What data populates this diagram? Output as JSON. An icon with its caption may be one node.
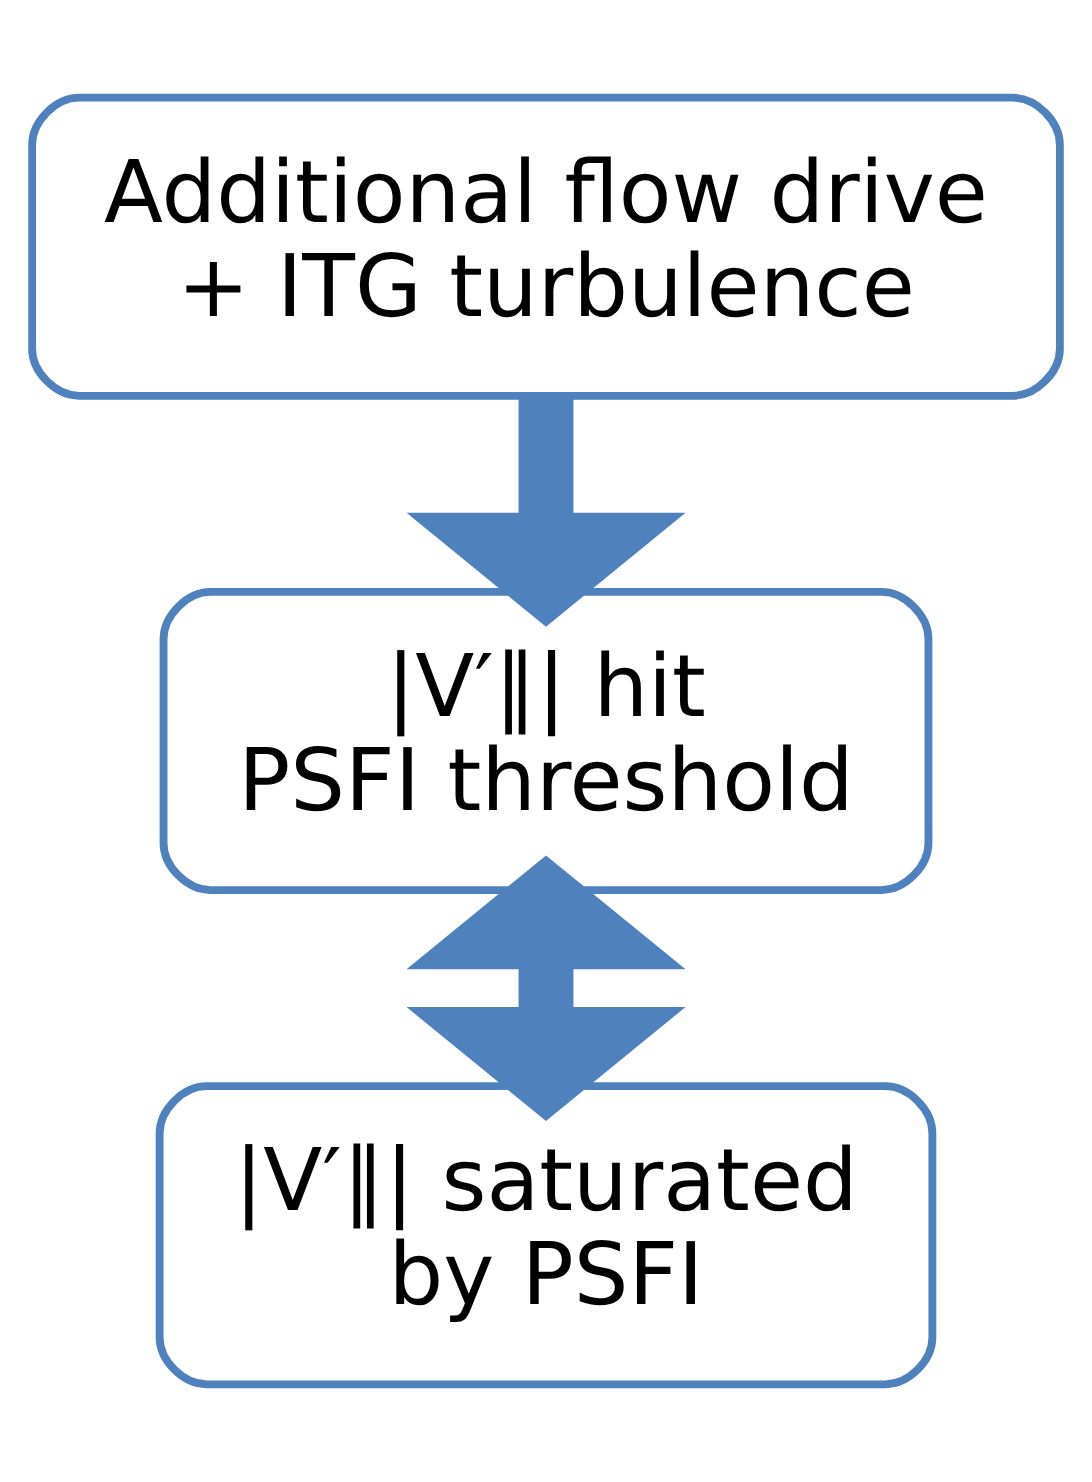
{
  "diagram": {
    "nodes": [
      {
        "text": [
          "Additional flow drive + ITG turbulence"
        ]
      },
      {
        "text": [
          "|V′∥| hit PSFI threshold"
        ]
      },
      {
        "text": [
          "|V′∥| saturated by PSFI"
        ]
      }
    ],
    "edges": [
      {
        "from": 0,
        "to": 1,
        "arrow": "to"
      },
      {
        "from": 1,
        "to": 2,
        "arrow": "both"
      }
    ]
  }
}
